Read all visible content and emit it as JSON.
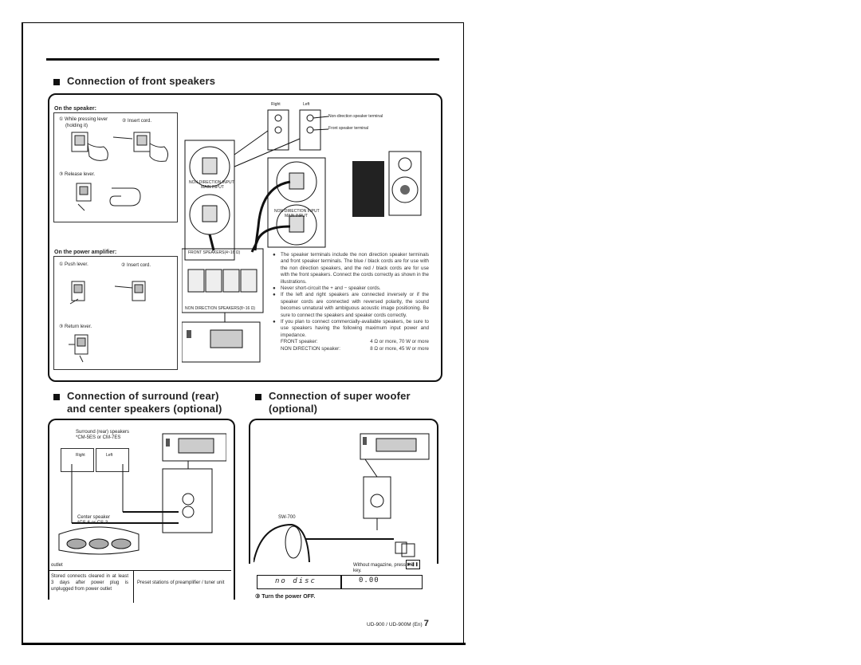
{
  "page": {
    "footer": "UD-900 / UD-900M (En)",
    "page_number": "7"
  },
  "front": {
    "heading": "Connection of front speakers",
    "on_speaker": "On the speaker:",
    "step1": "① While pressing lever",
    "step1b": "(holding it)",
    "step2": "② Insert cord.",
    "step3": "③ Release lever.",
    "on_amp": "On the power amplifier:",
    "amp1": "① Push lever.",
    "amp2": "② Insert cord.",
    "amp3": "③ Return lever.",
    "right": "Right",
    "left": "Left",
    "nondir_terminal": "Non-direction speaker terminal",
    "front_terminal": "Front speaker terminal",
    "nondir_input_1": "NON-DIRECTION INPUT",
    "main_input_1": "MAIN INPUT",
    "nondir_input_2": "NON-DIRECTION INPUT",
    "main_input_2": "MAIN INPUT",
    "front_speakers_label": "FRONT SPEAKERS(4~16 Ω)",
    "nondir_speakers_label": "NON DIRECTION SPEAKERS(8~16 Ω)",
    "notes": [
      "The speaker terminals include the non direction speaker terminals and front speaker terminals. The blue / black cords are for use with the non direction speakers, and the red / black cords are for use with the front speakers. Connect the cords correctly as shown in the illustrations.",
      "Never short-circuit the + and − speaker cords.",
      "If the left and right speakers are connected inversely or if the speaker cords are connected with reversed polarity, the sound becomes unnatural with ambiguous acoustic image positioning. Be sure to connect the speakers and speaker cords correctly.",
      "If you plan to connect commercially-available speakers, be sure to use speakers having the following maximum input power and impedance."
    ],
    "spec_front_label": "FRONT speaker:",
    "spec_front_value": "4 Ω or more, 70 W or more",
    "spec_nondir_label": "NON DIRECTION speaker:",
    "spec_nondir_value": "8 Ω or more, 45 W or more"
  },
  "surround": {
    "heading_line1": "Connection of surround (rear)",
    "heading_line2": "and center speakers (optional)",
    "surround_label": "Surround (rear) speakers",
    "surround_models": "*CM-5ES or CM-7ES",
    "right": "Right",
    "left": "Left",
    "center_label": "Center speaker",
    "center_models": "*CS-6 or CS-3",
    "outlet": "outlet",
    "stored": "Stored connects cleared in at least 3 days after power plug is unplugged from power outlet",
    "preset": "Preset stations of preamplifier / tuner unit"
  },
  "woofer": {
    "heading_line1": "Connection of super woofer",
    "heading_line2": "(optional)",
    "model": "SW-700",
    "without_mag": "Without magazine, press the",
    "key": "key.",
    "display_text": "no disc",
    "step3": "③ Turn the power OFF."
  }
}
